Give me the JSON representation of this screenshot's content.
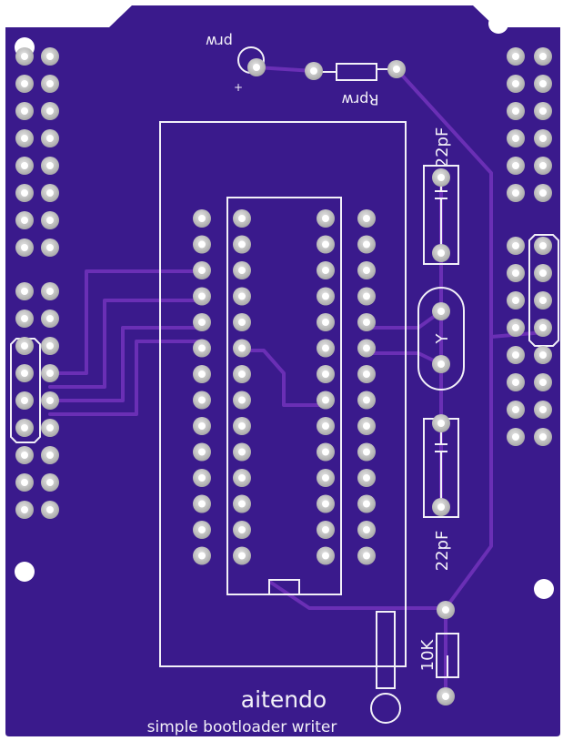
{
  "board": {
    "colors": {
      "background": "#ffffff",
      "substrate": "#3a1a8c",
      "trace": "#6a2fb5",
      "silkscreen": "#f2f0f8",
      "pad": "#c8c8c8",
      "hole": "#ffffff"
    }
  },
  "labels": {
    "brand": "aitendo",
    "subtitle": "simple bootloader writer",
    "prw": "prw",
    "rprw": "Rprw",
    "plus": "+",
    "cap_top": "22pF",
    "cap_bottom": "22pF",
    "crystal": "Y",
    "resistor": "10K"
  }
}
